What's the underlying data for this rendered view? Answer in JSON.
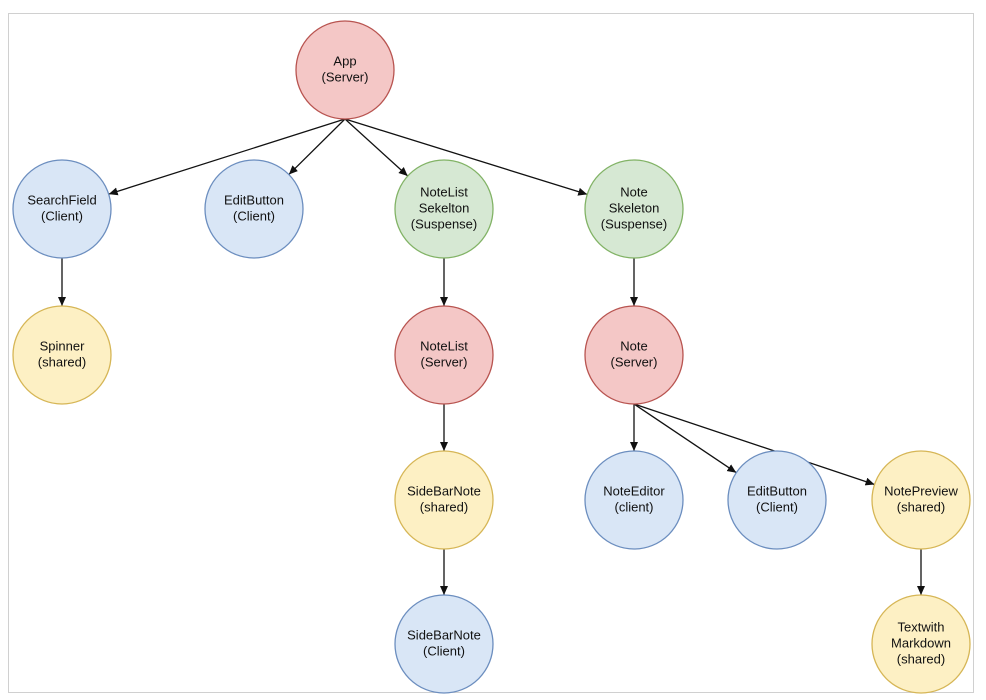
{
  "diagram": {
    "nodes": [
      {
        "id": "app",
        "lines": [
          "App",
          "(Server)"
        ],
        "kind": "server"
      },
      {
        "id": "searchfield",
        "lines": [
          "SearchField",
          "(Client)"
        ],
        "kind": "client"
      },
      {
        "id": "editbutton-top",
        "lines": [
          "EditButton",
          "(Client)"
        ],
        "kind": "client"
      },
      {
        "id": "notelist-skeleton",
        "lines": [
          "NoteList",
          "Sekelton",
          "(Suspense)"
        ],
        "kind": "suspense"
      },
      {
        "id": "note-skeleton",
        "lines": [
          "Note",
          "Skeleton",
          "(Suspense)"
        ],
        "kind": "suspense"
      },
      {
        "id": "spinner",
        "lines": [
          "Spinner",
          "(shared)"
        ],
        "kind": "shared"
      },
      {
        "id": "notelist",
        "lines": [
          "NoteList",
          "(Server)"
        ],
        "kind": "server"
      },
      {
        "id": "note",
        "lines": [
          "Note",
          "(Server)"
        ],
        "kind": "server"
      },
      {
        "id": "sidebarnote-shared",
        "lines": [
          "SideBarNote",
          "(shared)"
        ],
        "kind": "shared"
      },
      {
        "id": "noteeditor",
        "lines": [
          "NoteEditor",
          "(client)"
        ],
        "kind": "client"
      },
      {
        "id": "editbutton-bottom",
        "lines": [
          "EditButton",
          "(Client)"
        ],
        "kind": "client"
      },
      {
        "id": "notepreview",
        "lines": [
          "NotePreview",
          "(shared)"
        ],
        "kind": "shared"
      },
      {
        "id": "sidebarnote-client",
        "lines": [
          "SideBarNote",
          "(Client)"
        ],
        "kind": "client"
      },
      {
        "id": "textwithmarkdown",
        "lines": [
          "Textwith",
          "Markdown",
          "(shared)"
        ],
        "kind": "shared"
      }
    ],
    "edges": [
      {
        "from": "app",
        "to": "searchfield"
      },
      {
        "from": "app",
        "to": "editbutton-top"
      },
      {
        "from": "app",
        "to": "notelist-skeleton"
      },
      {
        "from": "app",
        "to": "note-skeleton"
      },
      {
        "from": "searchfield",
        "to": "spinner"
      },
      {
        "from": "notelist-skeleton",
        "to": "notelist"
      },
      {
        "from": "note-skeleton",
        "to": "note"
      },
      {
        "from": "notelist",
        "to": "sidebarnote-shared"
      },
      {
        "from": "sidebarnote-shared",
        "to": "sidebarnote-client"
      },
      {
        "from": "note",
        "to": "noteeditor"
      },
      {
        "from": "note",
        "to": "editbutton-bottom"
      },
      {
        "from": "note",
        "to": "notepreview"
      },
      {
        "from": "notepreview",
        "to": "textwithmarkdown"
      }
    ],
    "colors": {
      "server": {
        "fill": "#f4c7c6",
        "stroke": "#b85450"
      },
      "client": {
        "fill": "#d9e6f6",
        "stroke": "#6c8ebf"
      },
      "suspense": {
        "fill": "#d6e8d3",
        "stroke": "#82b366"
      },
      "shared": {
        "fill": "#fdf0c4",
        "stroke": "#d6b656"
      },
      "edge": "#111111"
    }
  }
}
